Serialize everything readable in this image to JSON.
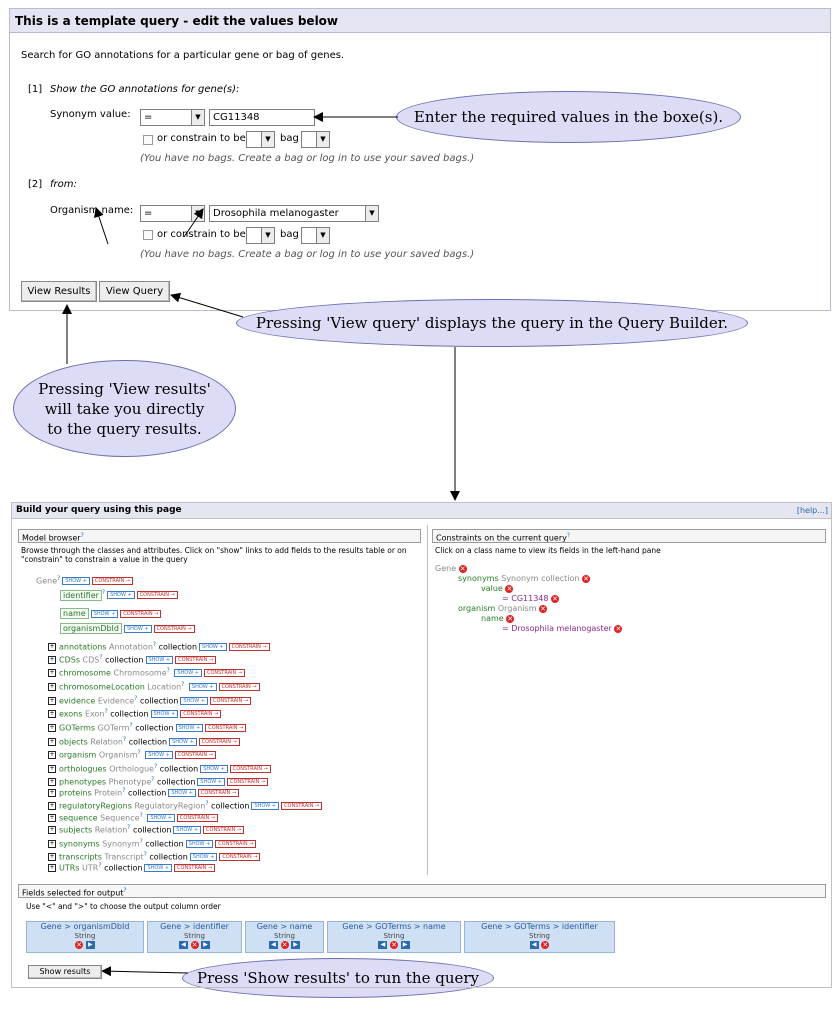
{
  "template": {
    "title": "This is a template query - edit the values below",
    "description": "Search for GO annotations for a particular gene or bag of genes.",
    "c1": {
      "num": "[1]",
      "label": "Show the GO annotations for gene(s):",
      "field": "Synonym value:",
      "op": "=",
      "value": "CG11348",
      "or_text": "or constrain to be",
      "bag": "bag",
      "note": "(You have no bags. Create a bag or log in to use your saved bags.)"
    },
    "c2": {
      "num": "[2]",
      "label": "from:",
      "field": "Organism name:",
      "op": "=",
      "value": "Drosophila melanogaster",
      "or_text": "or constrain to be",
      "bag": "bag",
      "note": "(You have no bags. Create a bag or log in to use your saved bags.)"
    },
    "view_results": "View Results",
    "view_query": "View Query"
  },
  "callouts": {
    "enter": "Enter the required values in the boxe(s).",
    "pressing_query": "Pressing 'View query' displays the query in the Query Builder.",
    "pressing_results": "Pressing 'View results' will take you directly to the query results.",
    "show_results": "Press 'Show results' to run the query"
  },
  "builder": {
    "title": "Build your query using this page",
    "help": "[help...]",
    "model_title": "Model browser",
    "model_desc": "Browse through the classes and attributes. Click on \"show\" links to add fields to the results table or on \"constrain\" to constrain a value in the query",
    "constraints_title": "Constraints on the current query",
    "constraints_desc": "Click on a class name to view its fields in the left-hand pane",
    "show": "SHOW",
    "constrain": "CONSTRAIN",
    "collection": "collection",
    "root": "Gene",
    "attributes": [
      "identifier",
      "name",
      "organismDbId"
    ],
    "refs": [
      {
        "name": "annotations",
        "type": "Annotation",
        "coll": true
      },
      {
        "name": "CDSs",
        "type": "CDS",
        "coll": true
      },
      {
        "name": "chromosome",
        "type": "Chromosome",
        "coll": false
      },
      {
        "name": "chromosomeLocation",
        "type": "Location",
        "coll": false
      },
      {
        "name": "evidence",
        "type": "Evidence",
        "coll": true
      },
      {
        "name": "exons",
        "type": "Exon",
        "coll": true
      },
      {
        "name": "GOTerms",
        "type": "GOTerm",
        "coll": true
      },
      {
        "name": "objects",
        "type": "Relation",
        "coll": true
      },
      {
        "name": "organism",
        "type": "Organism",
        "coll": false
      },
      {
        "name": "orthologues",
        "type": "Orthologue",
        "coll": true
      },
      {
        "name": "phenotypes",
        "type": "Phenotype",
        "coll": true
      },
      {
        "name": "proteins",
        "type": "Protein",
        "coll": true
      },
      {
        "name": "regulatoryRegions",
        "type": "RegulatoryRegion",
        "coll": true
      },
      {
        "name": "sequence",
        "type": "Sequence",
        "coll": false
      },
      {
        "name": "subjects",
        "type": "Relation",
        "coll": true
      },
      {
        "name": "synonyms",
        "type": "Synonym",
        "coll": true
      },
      {
        "name": "transcripts",
        "type": "Transcript",
        "coll": true
      },
      {
        "name": "UTRs",
        "type": "UTR",
        "coll": true
      }
    ],
    "ctree": {
      "root": "Gene",
      "syn_name": "synonyms",
      "syn_type": "Synonym collection",
      "syn_attr": "value",
      "syn_val": "= CG11348",
      "org_name": "organism",
      "org_type": "Organism",
      "org_attr": "name",
      "org_val": "= Drosophila melanogaster"
    },
    "fields_title": "Fields selected for output",
    "fields_desc": "Use \"<\" and \">\" to choose the output column order",
    "fields": [
      {
        "path": "Gene > organismDbId",
        "type": "String"
      },
      {
        "path": "Gene > identifier",
        "type": "String"
      },
      {
        "path": "Gene > name",
        "type": "String"
      },
      {
        "path": "Gene > GOTerms > name",
        "type": "String"
      },
      {
        "path": "Gene > GOTerms > identifier",
        "type": "String"
      }
    ],
    "show_results": "Show results"
  }
}
